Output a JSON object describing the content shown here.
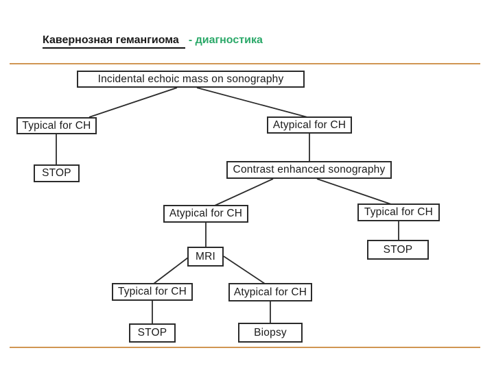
{
  "slide": {
    "title": {
      "main": "Кавернозная гемангиома",
      "suffix": "- диагностика",
      "title_color": "#1a1a1a",
      "accent_color": "#2aa868"
    },
    "divider_color": "#d09552",
    "background_color": "#ffffff"
  },
  "flowchart": {
    "node_border_color": "#2b2b2b",
    "node_fill_color": "#ffffff",
    "nodes": [
      {
        "id": "root",
        "label": "Incidental echoic mass on sonography"
      },
      {
        "id": "typical-1",
        "label": "Typical for CH"
      },
      {
        "id": "atypical-1",
        "label": "Atypical for CH"
      },
      {
        "id": "stop-1",
        "label": "STOP"
      },
      {
        "id": "contrast",
        "label": "Contrast enhanced sonography"
      },
      {
        "id": "atypical-2",
        "label": "Atypical for CH"
      },
      {
        "id": "typical-2",
        "label": "Typical for CH"
      },
      {
        "id": "mri",
        "label": "MRI"
      },
      {
        "id": "stop-2",
        "label": "STOP"
      },
      {
        "id": "typical-3",
        "label": "Typical for CH"
      },
      {
        "id": "atypical-3",
        "label": "Atypical for CH"
      },
      {
        "id": "stop-3",
        "label": "STOP"
      },
      {
        "id": "biopsy",
        "label": "Biopsy"
      }
    ],
    "edges": [
      {
        "from": "root",
        "to": "typical-1"
      },
      {
        "from": "root",
        "to": "atypical-1"
      },
      {
        "from": "typical-1",
        "to": "stop-1"
      },
      {
        "from": "atypical-1",
        "to": "contrast"
      },
      {
        "from": "contrast",
        "to": "atypical-2"
      },
      {
        "from": "contrast",
        "to": "typical-2"
      },
      {
        "from": "atypical-2",
        "to": "mri"
      },
      {
        "from": "typical-2",
        "to": "stop-2"
      },
      {
        "from": "mri",
        "to": "typical-3"
      },
      {
        "from": "mri",
        "to": "atypical-3"
      },
      {
        "from": "typical-3",
        "to": "stop-3"
      },
      {
        "from": "atypical-3",
        "to": "biopsy"
      }
    ]
  }
}
